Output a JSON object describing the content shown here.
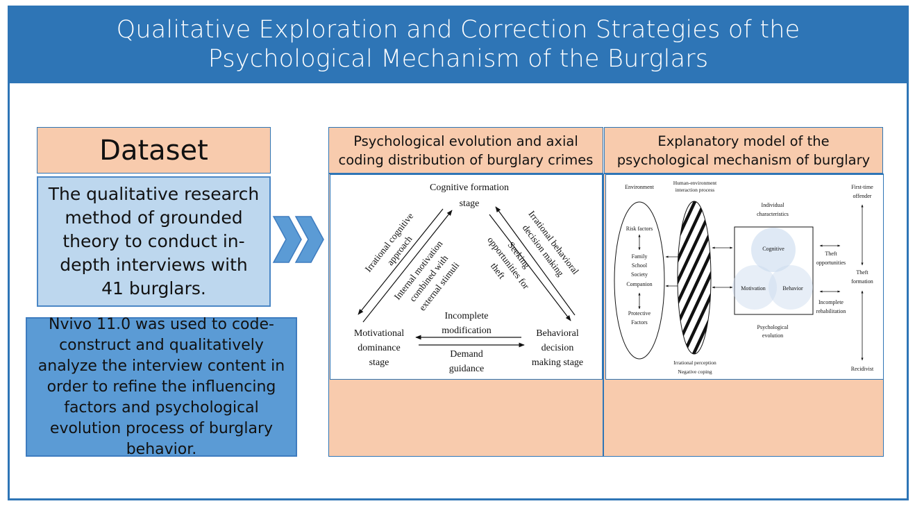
{
  "title": "Qualitative Exploration and Correction Strategies of the Psychological Mechanism of the Burglars",
  "colors": {
    "title_bar": "#2e75b6",
    "peach": "#f8cbad",
    "light_blue": "#bdd7ee",
    "mid_blue": "#5b9bd5",
    "venn_fill": "#dae6f3"
  },
  "dataset": {
    "heading": "Dataset",
    "description": "The qualitative research method of grounded theory to conduct in-depth interviews with 41 burglars.",
    "method": "Nvivo 11.0 was used to code-construct and qualitatively analyze the interview content in order to refine the influencing factors and psychological evolution process of burglary behavior."
  },
  "flow_icon": "double-chevron-right-icon",
  "panel1": {
    "heading": "Psychological evolution and axial coding distribution of burglary crimes",
    "diagram": {
      "stages": {
        "top_line1": "Cognitive formation",
        "top_line2": "stage",
        "left_line1": "Motivational",
        "left_line2": "dominance",
        "left_line3": "stage",
        "right_line1": "Behavioral",
        "right_line2": "decision",
        "right_line3": "making stage"
      },
      "edges": {
        "left_outer_1": "Irrational cognitive",
        "left_outer_2": "approach",
        "left_inner_1": "Internal motivation",
        "left_inner_2": "combined with",
        "left_inner_3": "external stimuli",
        "right_outer_1": "Irrational behavioral",
        "right_outer_2": "decision making",
        "right_inner_1": "Seeking",
        "right_inner_2": "opportunities for",
        "right_inner_3": "theft",
        "bottom_top_1": "Incomplete",
        "bottom_top_2": "modification",
        "bottom_bot_1": "Demand",
        "bottom_bot_2": "guidance"
      }
    }
  },
  "panel2": {
    "heading": "Explanatory model of the psychological mechanism of burglary",
    "diagram": {
      "environment": "Environment",
      "risk_factors": "Risk factors",
      "family": "Family",
      "school": "School",
      "society": "Society",
      "companion": "Companion",
      "protective_1": "Protective",
      "protective_2": "Factors",
      "interaction_1": "Human-environment",
      "interaction_2": "interaction process",
      "irrational_perception": "Irrational perception",
      "negative_coping": "Negative coping",
      "individual_1": "Individual",
      "individual_2": "characteristics",
      "cognitive": "Cognitive",
      "motivation": "Motivation",
      "behavior": "Behavior",
      "psych_1": "Psychological",
      "psych_2": "evolution",
      "theft_opp_1": "Theft",
      "theft_opp_2": "opportunities",
      "incomplete_1": "Incomplete",
      "incomplete_2": "rehabilitation",
      "first_time_1": "First-time",
      "first_time_2": "offender",
      "theft_form_1": "Theft",
      "theft_form_2": "formation",
      "recidivist": "Recidivist"
    }
  }
}
